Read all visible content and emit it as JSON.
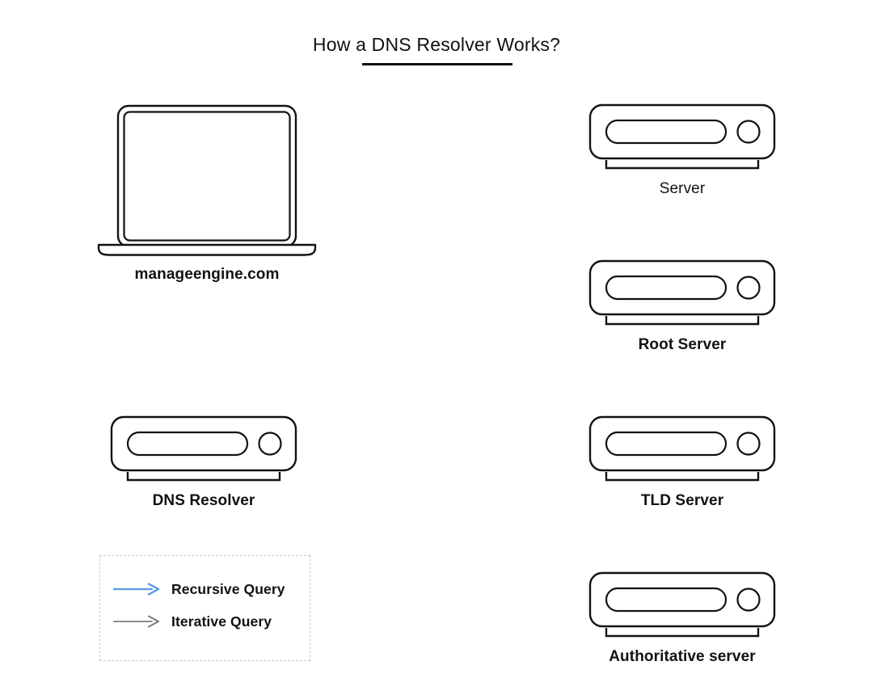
{
  "title": {
    "text": "How a DNS Resolver Works?",
    "underline": true
  },
  "nodes": {
    "client": {
      "icon": "laptop-icon",
      "label": "manageengine.com"
    },
    "server": {
      "icon": "server-icon",
      "label": "Server"
    },
    "root_server": {
      "icon": "server-icon",
      "label": "Root Server"
    },
    "tld_server": {
      "icon": "server-icon",
      "label": "TLD Server"
    },
    "authoritative_server": {
      "icon": "server-icon",
      "label": "Authoritative server"
    },
    "dns_resolver": {
      "icon": "server-icon",
      "label": "DNS Resolver"
    }
  },
  "legend": {
    "items": [
      {
        "label": "Recursive Query",
        "color": "#539bea",
        "icon": "arrow-right-icon"
      },
      {
        "label": "Iterative Query",
        "color": "#7c7c7c",
        "icon": "arrow-right-icon"
      }
    ]
  },
  "colors": {
    "background": "#ffffff",
    "stroke": "#121212",
    "text": "#121212",
    "recursive_arrow": "#539bea",
    "iterative_arrow": "#7c7c7c",
    "legend_border": "#c7c7c7"
  }
}
